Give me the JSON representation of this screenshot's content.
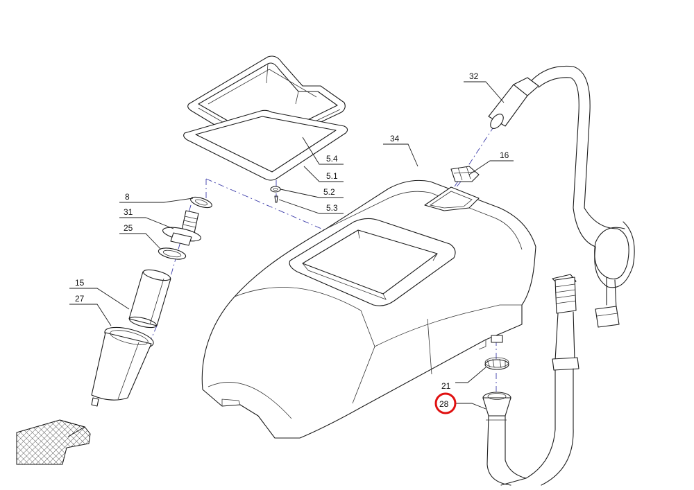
{
  "labels": {
    "p32": "32",
    "p34": "34",
    "p16": "16",
    "p5_4": "5.4",
    "p5_1": "5.1",
    "p5_2": "5.2",
    "p5_3": "5.3",
    "p8": "8",
    "p31": "31",
    "p25": "25",
    "p15": "15",
    "p27": "27",
    "p21": "21",
    "p28": "28"
  },
  "colors": {
    "highlight": "#e01010",
    "centerline": "#3a3aa8",
    "line": "#1a1a1a"
  },
  "icons": {
    "direction_arrow": "hatched-arrow-icon"
  },
  "highlighted_part": "28"
}
